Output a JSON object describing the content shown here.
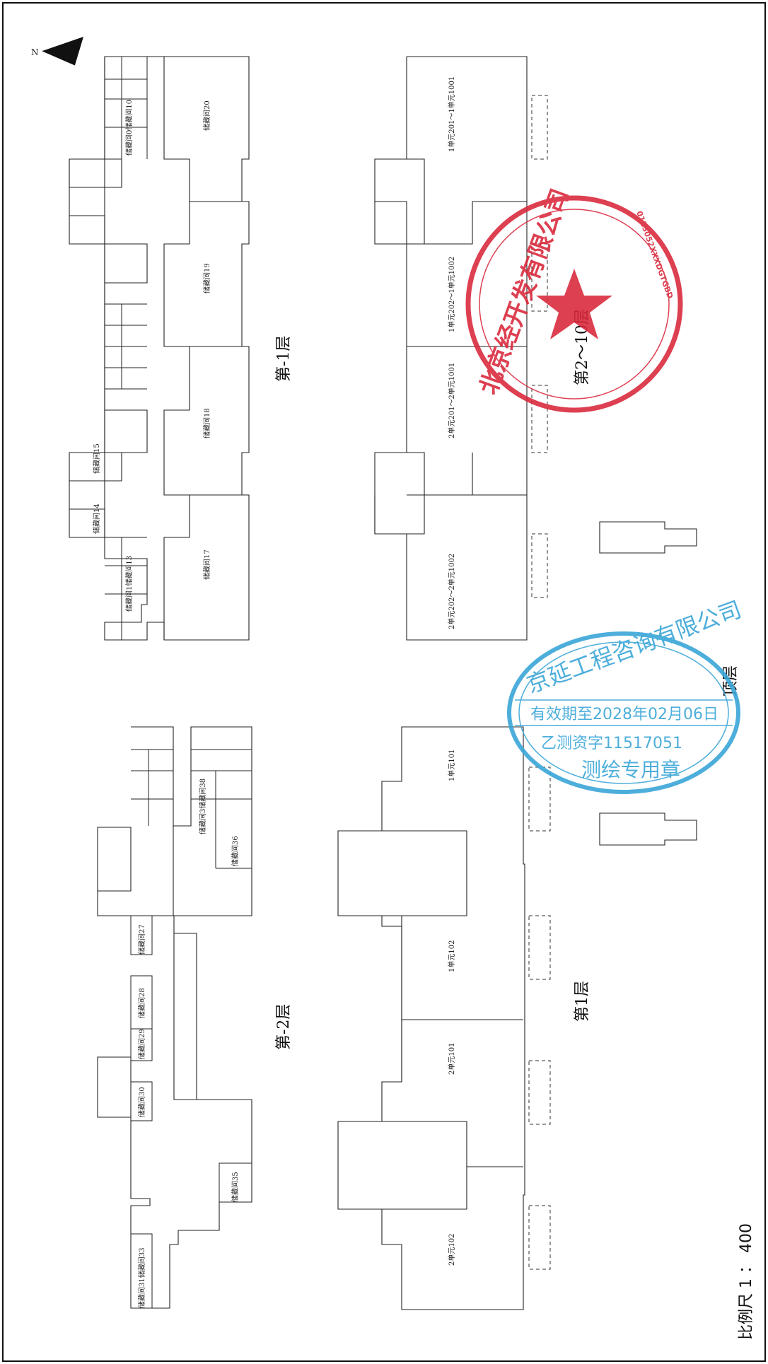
{
  "north_label": "N",
  "scale": "比例尺 1 ： 400",
  "plans": {
    "basement1": {
      "title": "第-1层",
      "rooms": {
        "r17": "储藏间17",
        "r18": "储藏间18",
        "r19": "储藏间19",
        "r20": "储藏间20",
        "r_small_a": "储藏间1储藏间13",
        "r_small_b": "储藏间0储藏间10",
        "r_small_c": "储藏间15",
        "r_small_d": "储藏间14"
      }
    },
    "basement2": {
      "title": "第-2层",
      "rooms": {
        "r27": "储藏间27",
        "r28": "储藏间28",
        "r29": "储藏间29",
        "r30": "储藏间30",
        "r31": "储藏间31储藏间33",
        "r35": "储藏间35",
        "r36": "储藏间36",
        "r38": "储藏间3储藏间38"
      }
    },
    "floors2_10": {
      "title": "第2～10层",
      "rooms": {
        "u2_1002": "2单元202～2单元1002",
        "u2_1001": "2单元201～2单元1001",
        "u1_1002": "1单元202～1单元1002",
        "u1_1001": "1单元201～1单元1001"
      }
    },
    "floor1": {
      "title": "第1层",
      "rooms": {
        "u2_102": "2单元102",
        "u2_101": "2单元101",
        "u1_102": "1单元102",
        "u1_101": "1单元101"
      }
    },
    "top": {
      "title": "顶层"
    }
  },
  "stamps": {
    "red": {
      "outer_text": "北京经开发有限公司",
      "code": "0113052XXXDGTGBD",
      "color": "#d9263a"
    },
    "blue": {
      "name": "京延工程咨询有限公司",
      "validity": "有效期至2028年02月06日",
      "license": "乙测资字11517051",
      "purpose": "测绘专用章",
      "color": "#3aa6d8"
    }
  }
}
